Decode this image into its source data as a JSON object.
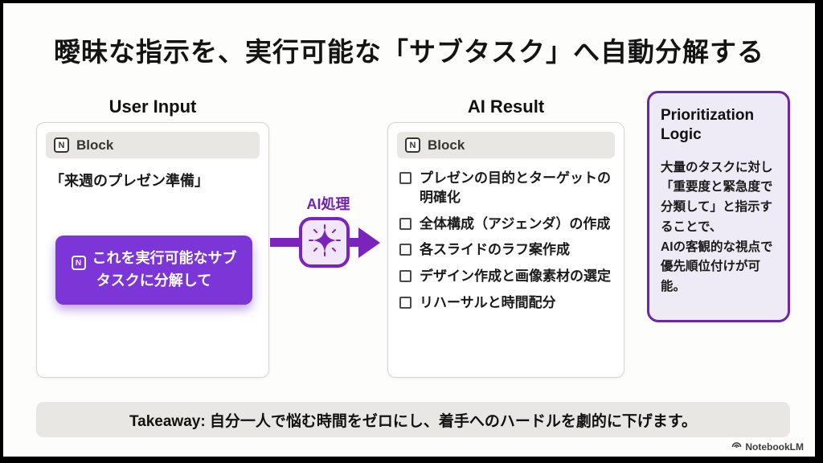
{
  "title": "曖昧な指示を、実行可能な「サブタスク」へ自動分解する",
  "left_panel": {
    "heading": "User Input",
    "block_label": "Block",
    "input_text": "「来週のプレゼン準備」",
    "prompt_chip_text": "これを実行可能なサブタスクに分解して"
  },
  "connector": {
    "label": "AI処理"
  },
  "right_panel": {
    "heading": "AI Result",
    "block_label": "Block",
    "checklist": [
      "プレゼンの目的とターゲットの明確化",
      "全体構成（アジェンダ）の作成",
      "各スライドのラフ案作成",
      "デザイン作成と画像素材の選定",
      "リハーサルと時間配分"
    ]
  },
  "sidebar": {
    "title": "Prioritization Logic",
    "body": "大量のタスクに対し「重要度と緊急度で分類して」と指示することで、\nAIの客観的な視点で優先順位付けが可能。"
  },
  "takeaway": "Takeaway: 自分一人で悩む時間をゼロにし、着手へのハードルを劇的に下げます。",
  "footer": {
    "brand": "NotebookLM"
  },
  "icons": {
    "notion_letter": "N",
    "block_icon": "notion-n-icon",
    "ai_icon": "sparkle-icon",
    "brand_icon": "notebooklm-logo-icon"
  },
  "colors": {
    "accent_purple": "#7c35d6",
    "deep_purple": "#7a24bb",
    "sidebar_border": "#6b28a6",
    "sidebar_bg": "#efebf6",
    "block_header_bg": "#e9e7e4",
    "takeaway_bg": "#e9e7e4"
  }
}
